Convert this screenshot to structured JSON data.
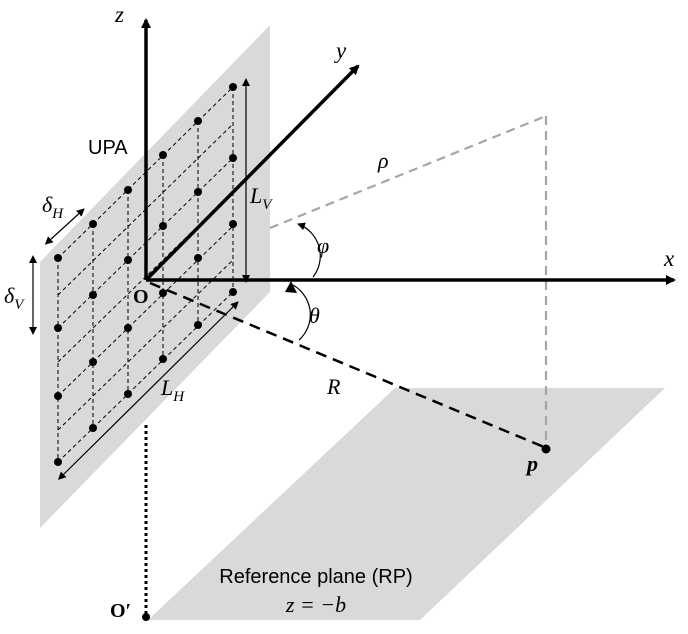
{
  "labels": {
    "z_axis": "z",
    "y_axis": "y",
    "x_axis": "x",
    "upa": "UPA",
    "rho": "ρ",
    "phi": "φ",
    "theta": "θ",
    "L_V": "L",
    "L_V_sub": "V",
    "L_H": "L",
    "L_H_sub": "H",
    "delta_H": "δ",
    "delta_H_sub": "H",
    "delta_V": "δ",
    "delta_V_sub": "V",
    "origin": "O",
    "origin_prime": "O′",
    "R": "R",
    "p": "p",
    "rp_title": "Reference plane (RP)",
    "rp_eq": "z = −b"
  },
  "colors": {
    "panel": "#d9d9d9",
    "dashed_gray": "#a6a6a6",
    "ink": "#000000"
  }
}
